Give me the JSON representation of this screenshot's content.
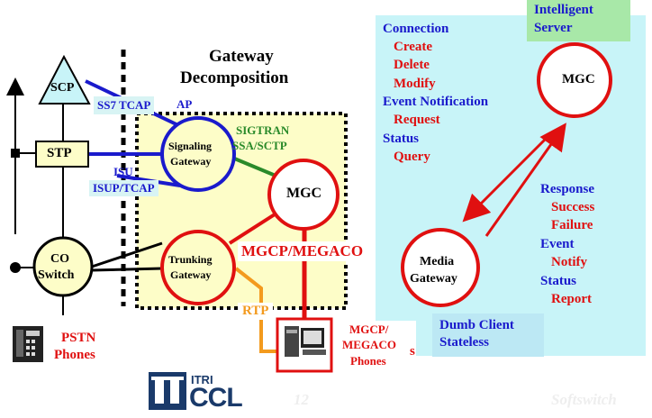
{
  "title": {
    "line1": "Gateway",
    "line2": "Decomposition"
  },
  "left": {
    "scp": "SCP",
    "ss7_tcap": "SS7 TCAP",
    "ss7_tcap_overflow": "AP",
    "stp": "STP",
    "isup_overflow": "ISU",
    "isup_tcap": "ISUP/TCAP",
    "co_switch_line1": "CO",
    "co_switch_line2": "Switch",
    "pstn_line1": "PSTN",
    "pstn_line2": "Phones"
  },
  "gateway": {
    "signaling_line1": "Signaling",
    "signaling_line2": "Gateway",
    "sigtran_line1": "SIGTRAN",
    "sigtran_line2": "SSA/SCTP",
    "mgc": "MGC",
    "trunking_line1": "Trunking",
    "trunking_line2": "Gateway",
    "mgcp_megaco": "MGCP/MEGACO",
    "rtp": "RTP",
    "phones_line1": "MGCP/",
    "phones_line2": "MEGACO",
    "phones_line3": "Phones",
    "phones_overflow": "s"
  },
  "right": {
    "intelligent_line1": "Intelligent",
    "intelligent_line2": "Server",
    "mgc": "MGC",
    "connection": "Connection",
    "create": "Create",
    "delete": "Delete",
    "modify": "Modify",
    "event_notification": "Event Notification",
    "request": "Request",
    "status": "Status",
    "query": "Query",
    "response": "Response",
    "success": "Success",
    "failure": "Failure",
    "event": "Event",
    "notify": "Notify",
    "status2": "Status",
    "report": "Report",
    "media_line1": "Media",
    "media_line2": "Gateway",
    "dumb_line1": "Dumb Client",
    "dumb_line2": "Stateless"
  },
  "footer": {
    "logo_top": "ITRI",
    "logo_bottom": "CCL",
    "page": "12",
    "brand": "Softswitch"
  },
  "colors": {
    "blue": "#1a1acc",
    "red": "#e01010",
    "green": "#2a8a2a",
    "cyan_panel": "#c8f4f8",
    "yellow_panel": "#fdfdc8",
    "orange": "#f39a1e",
    "label_box": "#d8f4f4"
  }
}
